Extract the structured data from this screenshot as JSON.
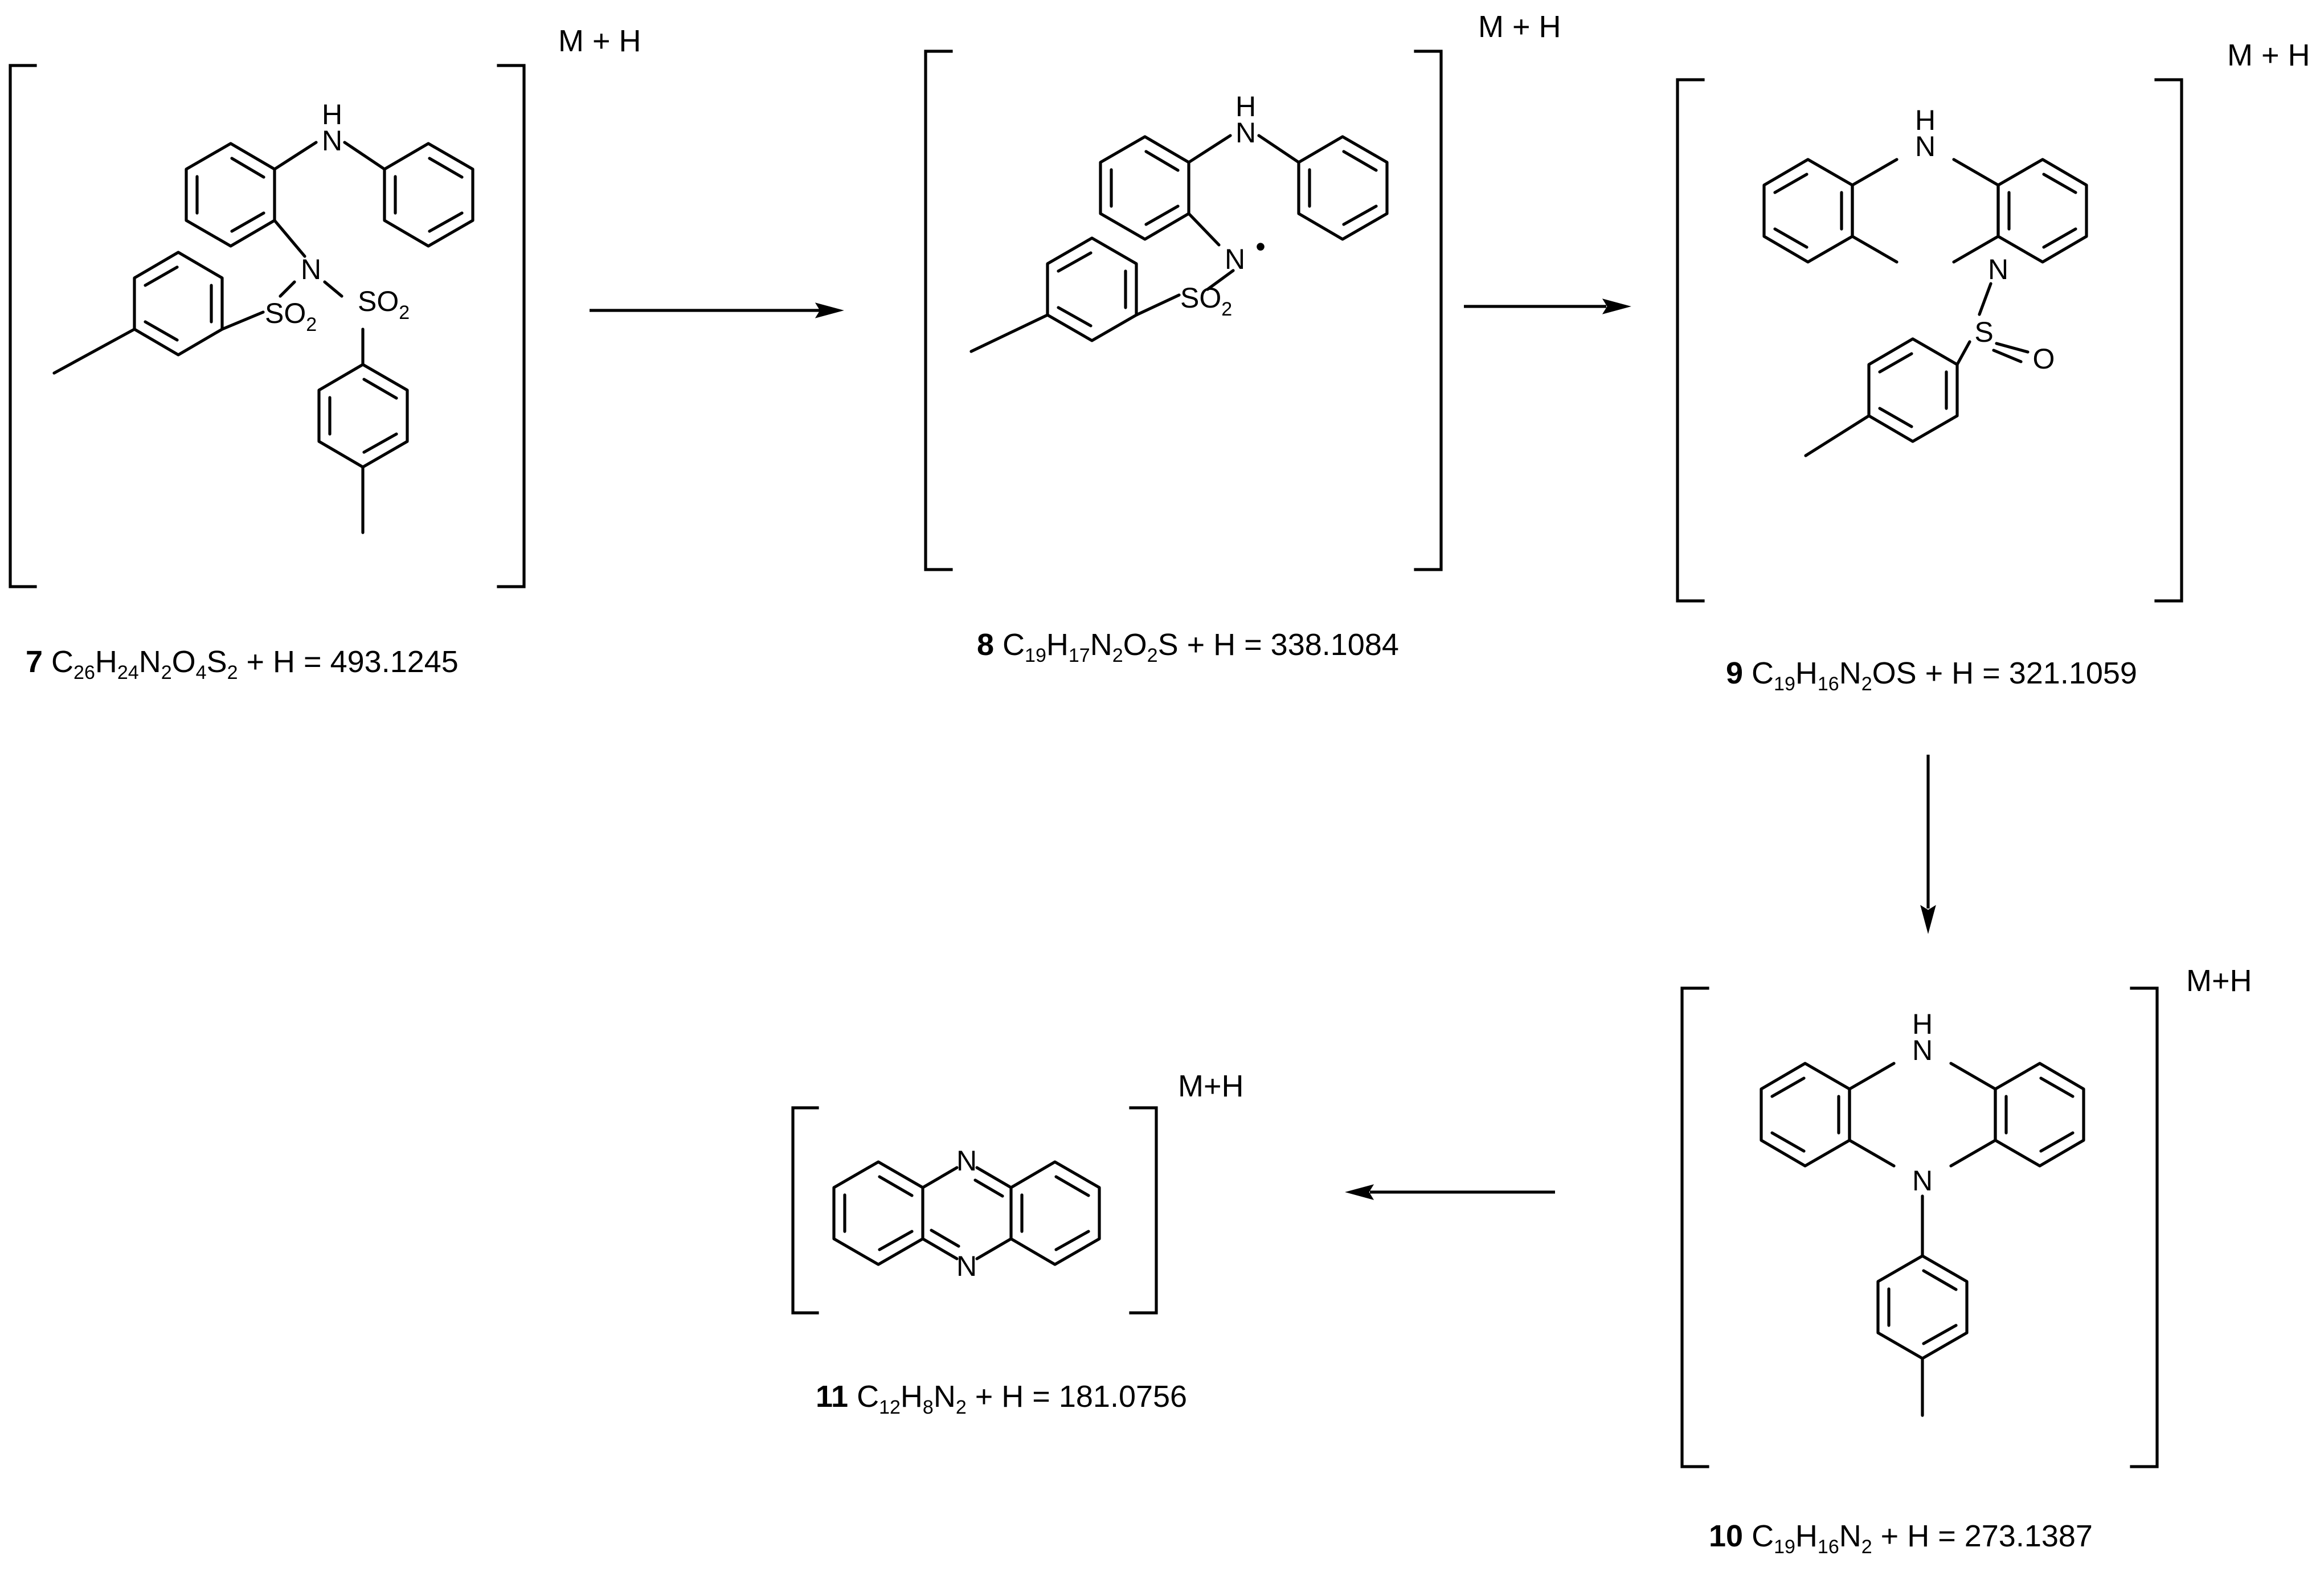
{
  "atoms": {
    "n": "N",
    "h": "H",
    "s": "S",
    "o": "O",
    "so": "SO",
    "two": "2",
    "radical": "•"
  },
  "tags": {
    "c7": "M + H",
    "c8": "M + H",
    "c9": "M + H",
    "c10": "M+H",
    "c11": "M+H"
  },
  "labels": {
    "c7": {
      "num": "7",
      "f": [
        " C",
        "26",
        "H",
        "24",
        "N",
        "2",
        "O",
        "4",
        "S",
        "2",
        " + H = 493.1245"
      ]
    },
    "c8": {
      "num": "8",
      "f": [
        " C",
        "19",
        "H",
        "17",
        "N",
        "2",
        "O",
        "2",
        "S + H = 338.1084"
      ]
    },
    "c9": {
      "num": "9",
      "f": [
        " C",
        "19",
        "H",
        "16",
        "N",
        "2",
        "OS + H = 321.1059"
      ]
    },
    "c10": {
      "num": "10",
      "f": [
        " C",
        "19",
        "H",
        "16",
        "N",
        "2",
        " + H = 273.1387"
      ]
    },
    "c11": {
      "num": "11",
      "f": [
        " C",
        "12",
        "H",
        "8",
        "N",
        "2",
        " + H = 181.0756"
      ]
    }
  },
  "colors": {
    "ink": "#000000",
    "background": "#ffffff"
  }
}
